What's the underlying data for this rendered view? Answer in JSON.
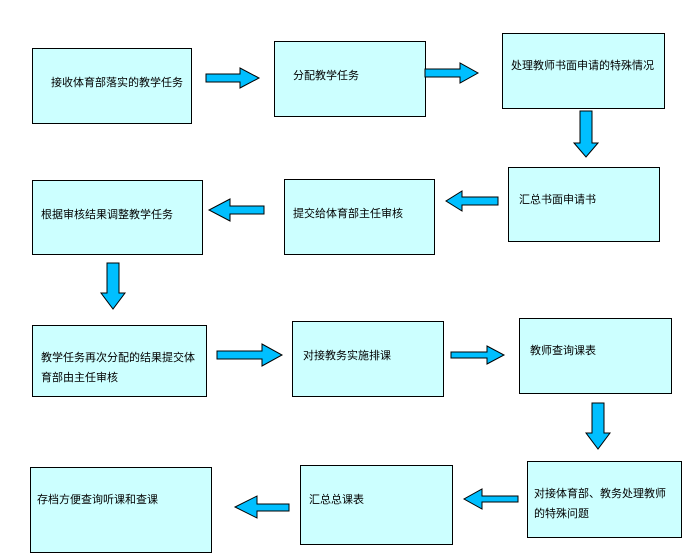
{
  "colors": {
    "box_fill": "#ccffff",
    "box_border": "#000000",
    "arrow_fill": "#00bfff",
    "arrow_stroke": "#000000"
  },
  "steps": [
    {
      "label": "接收体育部落实的教学任务"
    },
    {
      "label": "分配教学任务"
    },
    {
      "label": "处理教师书面申请的特殊情况"
    },
    {
      "label": "汇总书面申请书"
    },
    {
      "label": "提交给体育部主任审核"
    },
    {
      "label": "根据审核结果调整教学任务"
    },
    {
      "label": "教学任务再次分配的结果提交体育部由主任审核"
    },
    {
      "label": "对接教务实施排课"
    },
    {
      "label": "教师查询课表"
    },
    {
      "label": "对接体育部、教务处理教师的特殊问题"
    },
    {
      "label": "汇总总课表"
    },
    {
      "label": "存档方便查询听课和查课"
    }
  ],
  "arrows": [
    {
      "from": 0,
      "to": 1,
      "direction": "right"
    },
    {
      "from": 1,
      "to": 2,
      "direction": "right"
    },
    {
      "from": 2,
      "to": 3,
      "direction": "down"
    },
    {
      "from": 3,
      "to": 4,
      "direction": "left"
    },
    {
      "from": 4,
      "to": 5,
      "direction": "left"
    },
    {
      "from": 5,
      "to": 6,
      "direction": "down"
    },
    {
      "from": 6,
      "to": 7,
      "direction": "right"
    },
    {
      "from": 7,
      "to": 8,
      "direction": "right"
    },
    {
      "from": 8,
      "to": 9,
      "direction": "down"
    },
    {
      "from": 9,
      "to": 10,
      "direction": "left"
    },
    {
      "from": 10,
      "to": 11,
      "direction": "left"
    }
  ]
}
